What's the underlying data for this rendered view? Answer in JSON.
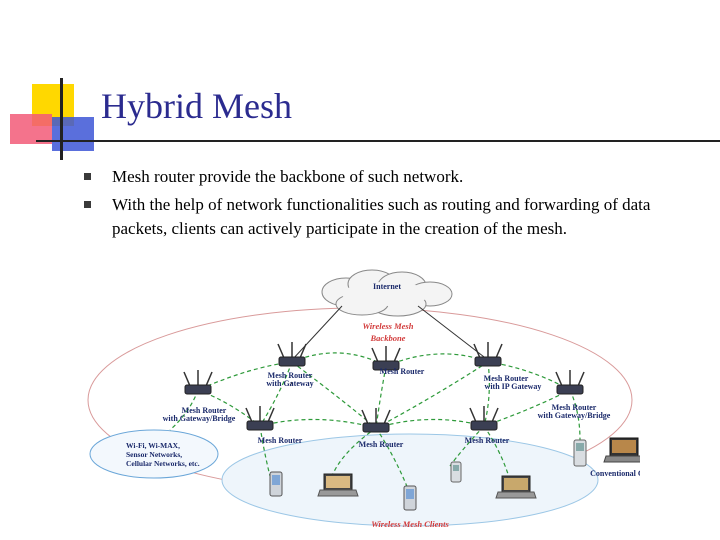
{
  "title": "Hybrid Mesh",
  "bullets": [
    "Mesh router provide the backbone of such network.",
    "With the help of network functionalities such as routing and forwarding of data packets, clients can actively participate in the creation of the mesh."
  ],
  "diagram": {
    "internet": "Internet",
    "backbone_line1": "Wireless Mesh",
    "backbone_line2": "Backbone",
    "router_gateway_line1": "Mesh Router",
    "router_gateway_line2": "with Gateway",
    "router_center": "Mesh Router",
    "router_ip_line1": "Mesh Router",
    "router_ip_line2": "with IP Gateway",
    "router_left_line1": "Mesh Router",
    "router_left_line2": "with Gateway/Bridge",
    "router_right_line1": "Mesh Router",
    "router_right_line2": "with Gateway/Bridge",
    "router_bottom_1": "Mesh Router",
    "router_bottom_2": "Mesh Router",
    "router_bottom_3": "Mesh Router",
    "other_networks_line1": "Wi-Fi, Wi-MAX,",
    "other_networks_line2": "Sensor Networks,",
    "other_networks_line3": "Cellular Networks, etc.",
    "conventional_clients": "Conventional Clients",
    "mesh_clients": "Wireless Mesh Clients"
  }
}
